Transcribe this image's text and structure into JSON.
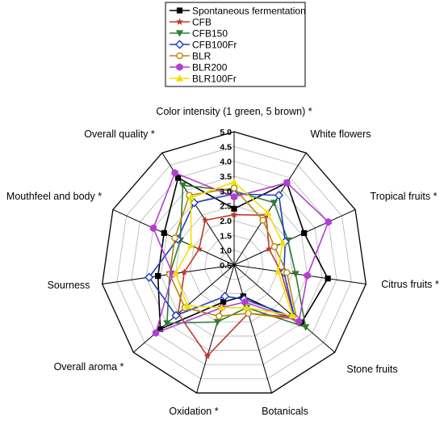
{
  "chart_data": {
    "type": "radar",
    "axes": [
      "Color intensity (1 green, 5 brown) *",
      "White flowers",
      "Tropical fruits *",
      "Citrus fruits *",
      "Stone fruits",
      "Botanicals",
      "Oxidation *",
      "Overall aroma *",
      "Sourness",
      "Mouthfeel and body *",
      "Overall quality *"
    ],
    "rlim": [
      0.5,
      5.0
    ],
    "ticks": [
      "0.5",
      "1.0",
      "1.5",
      "2.0",
      "2.5",
      "3.0",
      "3.5",
      "4.0",
      "4.5",
      "5.0"
    ],
    "grid": true,
    "legend_position": "top",
    "series": [
      {
        "name": "Spontaneous fermentation",
        "color": "#000000",
        "marker": "square",
        "values": [
          2.4,
          3.8,
          3.1,
          3.7,
          3.5,
          1.6,
          1.8,
          3.8,
          3.1,
          3.1,
          4.0
        ]
      },
      {
        "name": "CFB",
        "color": "#c0392b",
        "marker": "star",
        "values": [
          2.2,
          2.5,
          1.8,
          2.1,
          3.2,
          2.2,
          3.7,
          3.0,
          2.2,
          1.8,
          2.3
        ]
      },
      {
        "name": "CFB150",
        "color": "#2e7d32",
        "marker": "triangle-down",
        "values": [
          3.0,
          3.0,
          2.5,
          2.6,
          3.7,
          2.0,
          2.5,
          3.5,
          2.7,
          2.5,
          3.7
        ]
      },
      {
        "name": "CFB100Fr",
        "color": "#1f3fbf",
        "marker": "diamond",
        "values": [
          2.9,
          3.3,
          2.4,
          2.2,
          3.2,
          1.7,
          1.6,
          3.1,
          3.4,
          2.6,
          3.0
        ]
      },
      {
        "name": "BLR",
        "color": "#b8860b",
        "marker": "circle",
        "values": [
          3.1,
          2.3,
          2.0,
          2.3,
          3.3,
          2.2,
          2.3,
          2.7,
          2.7,
          2.7,
          3.3
        ]
      },
      {
        "name": "BLR200",
        "color": "#b23fd0",
        "marker": "hexagon",
        "values": [
          2.8,
          3.8,
          4.0,
          3.0,
          3.4,
          1.8,
          2.0,
          4.0,
          2.6,
          3.5,
          4.2
        ]
      },
      {
        "name": "BLR100Fr",
        "color": "#f0e000",
        "marker": "triangle-up",
        "values": [
          3.3,
          2.6,
          2.3,
          2.0,
          3.1,
          2.0,
          2.0,
          2.6,
          2.5,
          2.1,
          3.2
        ]
      }
    ]
  }
}
